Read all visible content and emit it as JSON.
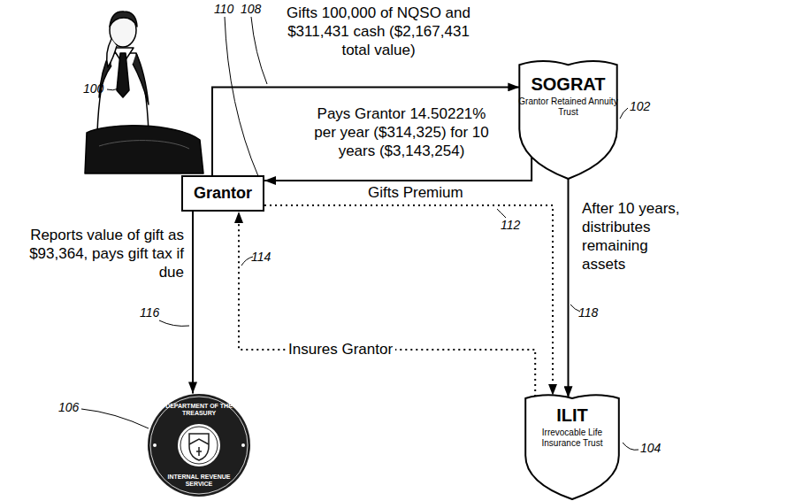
{
  "diagram": {
    "nodes": [
      {
        "text": [
          "Grantor"
        ]
      },
      {
        "text": [
          "SOGRAT",
          "Grantor Retained Annuity Trust"
        ]
      },
      {
        "text": [
          "ILIT",
          "Irrevocable Life Insurance Trust"
        ]
      },
      {
        "text": [
          "DEPARTMENT OF THE TREASURY",
          "INTERNAL REVENUE SERVICE"
        ]
      }
    ],
    "edges": [
      {
        "from": 0,
        "to": 1,
        "arrow": "to",
        "label": "Gifts 100,000 of NQSO and $311,431 cash ($2,167,431 total value)"
      },
      {
        "from": 1,
        "to": 0,
        "arrow": "to",
        "label": "Pays Grantor 14.50221% per year ($314,325) for 10 years ($3,143,254)"
      },
      {
        "from": 0,
        "to": 2,
        "arrow": "to",
        "label": "Gifts Premium"
      },
      {
        "from": 2,
        "to": 0,
        "arrow": "to",
        "label": "Insures Grantor"
      },
      {
        "from": 1,
        "to": 2,
        "arrow": "to",
        "label": "After 10 years, distributes remaining assets"
      },
      {
        "from": 0,
        "to": 3,
        "arrow": "to",
        "label": "Reports value of gift as $93,364, pays gift tax if due"
      }
    ],
    "labels": [
      "100",
      "102",
      "104",
      "106",
      "108",
      "110",
      "112",
      "114",
      "116",
      "118"
    ]
  }
}
